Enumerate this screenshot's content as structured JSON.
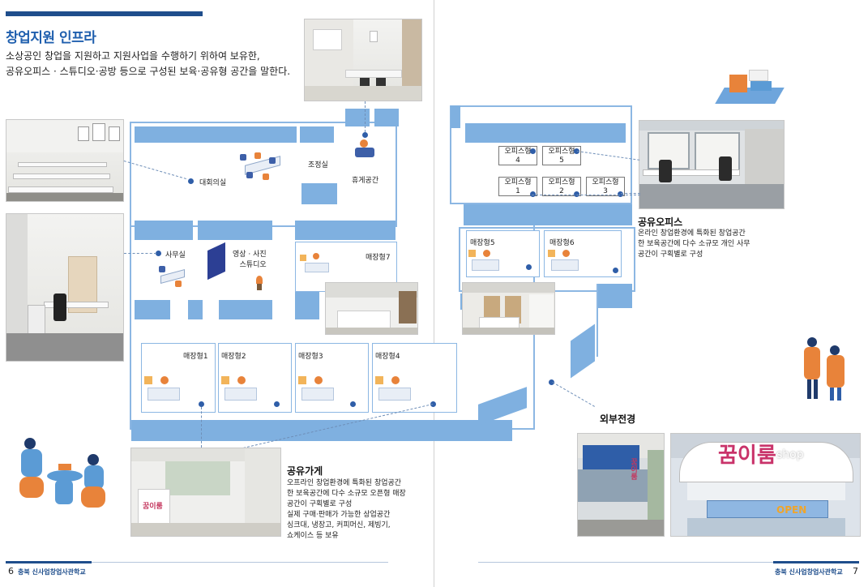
{
  "page": {
    "title": "창업지원 인프라",
    "intro_line1": "소상공인 창업을 지원하고 지원사업을 수행하기 위하여 보유한,",
    "intro_line2": "공유오피스 · 스튜디오·공방 등으로 구성된 보육·공유형 공간을 말한다."
  },
  "floorplan_left": {
    "rooms": {
      "conference": "대회의실",
      "control": "조정실",
      "lounge": "휴게공간",
      "office": "사무실",
      "studio_line1": "영상 · 사진",
      "studio_line2": "스튜디오",
      "shop7": "매장형7",
      "shop1": "매장형1",
      "shop2": "매장형2",
      "shop3": "매장형3",
      "shop4": "매장형4"
    }
  },
  "floorplan_right": {
    "offices": [
      {
        "name": "오피스형",
        "num": "4"
      },
      {
        "name": "오피스형",
        "num": "5"
      },
      {
        "name": "오피스형",
        "num": "1"
      },
      {
        "name": "오피스형",
        "num": "2"
      },
      {
        "name": "오피스형",
        "num": "3"
      }
    ],
    "shop5": "매장형5",
    "shop6": "매장형6",
    "exterior": "외부전경"
  },
  "shared_office": {
    "title": "공유오피스",
    "body": "온라인 창업환경에 특화된 창업공간\n한 보육공간에 다수 소규모 개인 사무\n공간이 구획별로 구성"
  },
  "shared_store": {
    "title": "공유가게",
    "body": "오프라인 창업환경에 특화된 창업공간\n한 보육공간에 다수 소규모 오픈형 매장\n공간이 구획별로 구성\n실제 구매·판매가 가능한 상업공간\n싱크대, 냉장고, 커피머신, 제빙기,\n쇼케이스 등 보유"
  },
  "photos": {
    "store_sign": "꿈이룸",
    "exterior_sign": "꿈이룸",
    "exterior_shop": "shop",
    "exterior_open": "OPEN"
  },
  "footer": {
    "left_page": "6",
    "right_page": "7",
    "school": "충북 신사업창업사관학교"
  },
  "colors": {
    "accent": "#1f5fae",
    "wall": "#5b9bd5",
    "footer": "#1f4e8c"
  }
}
